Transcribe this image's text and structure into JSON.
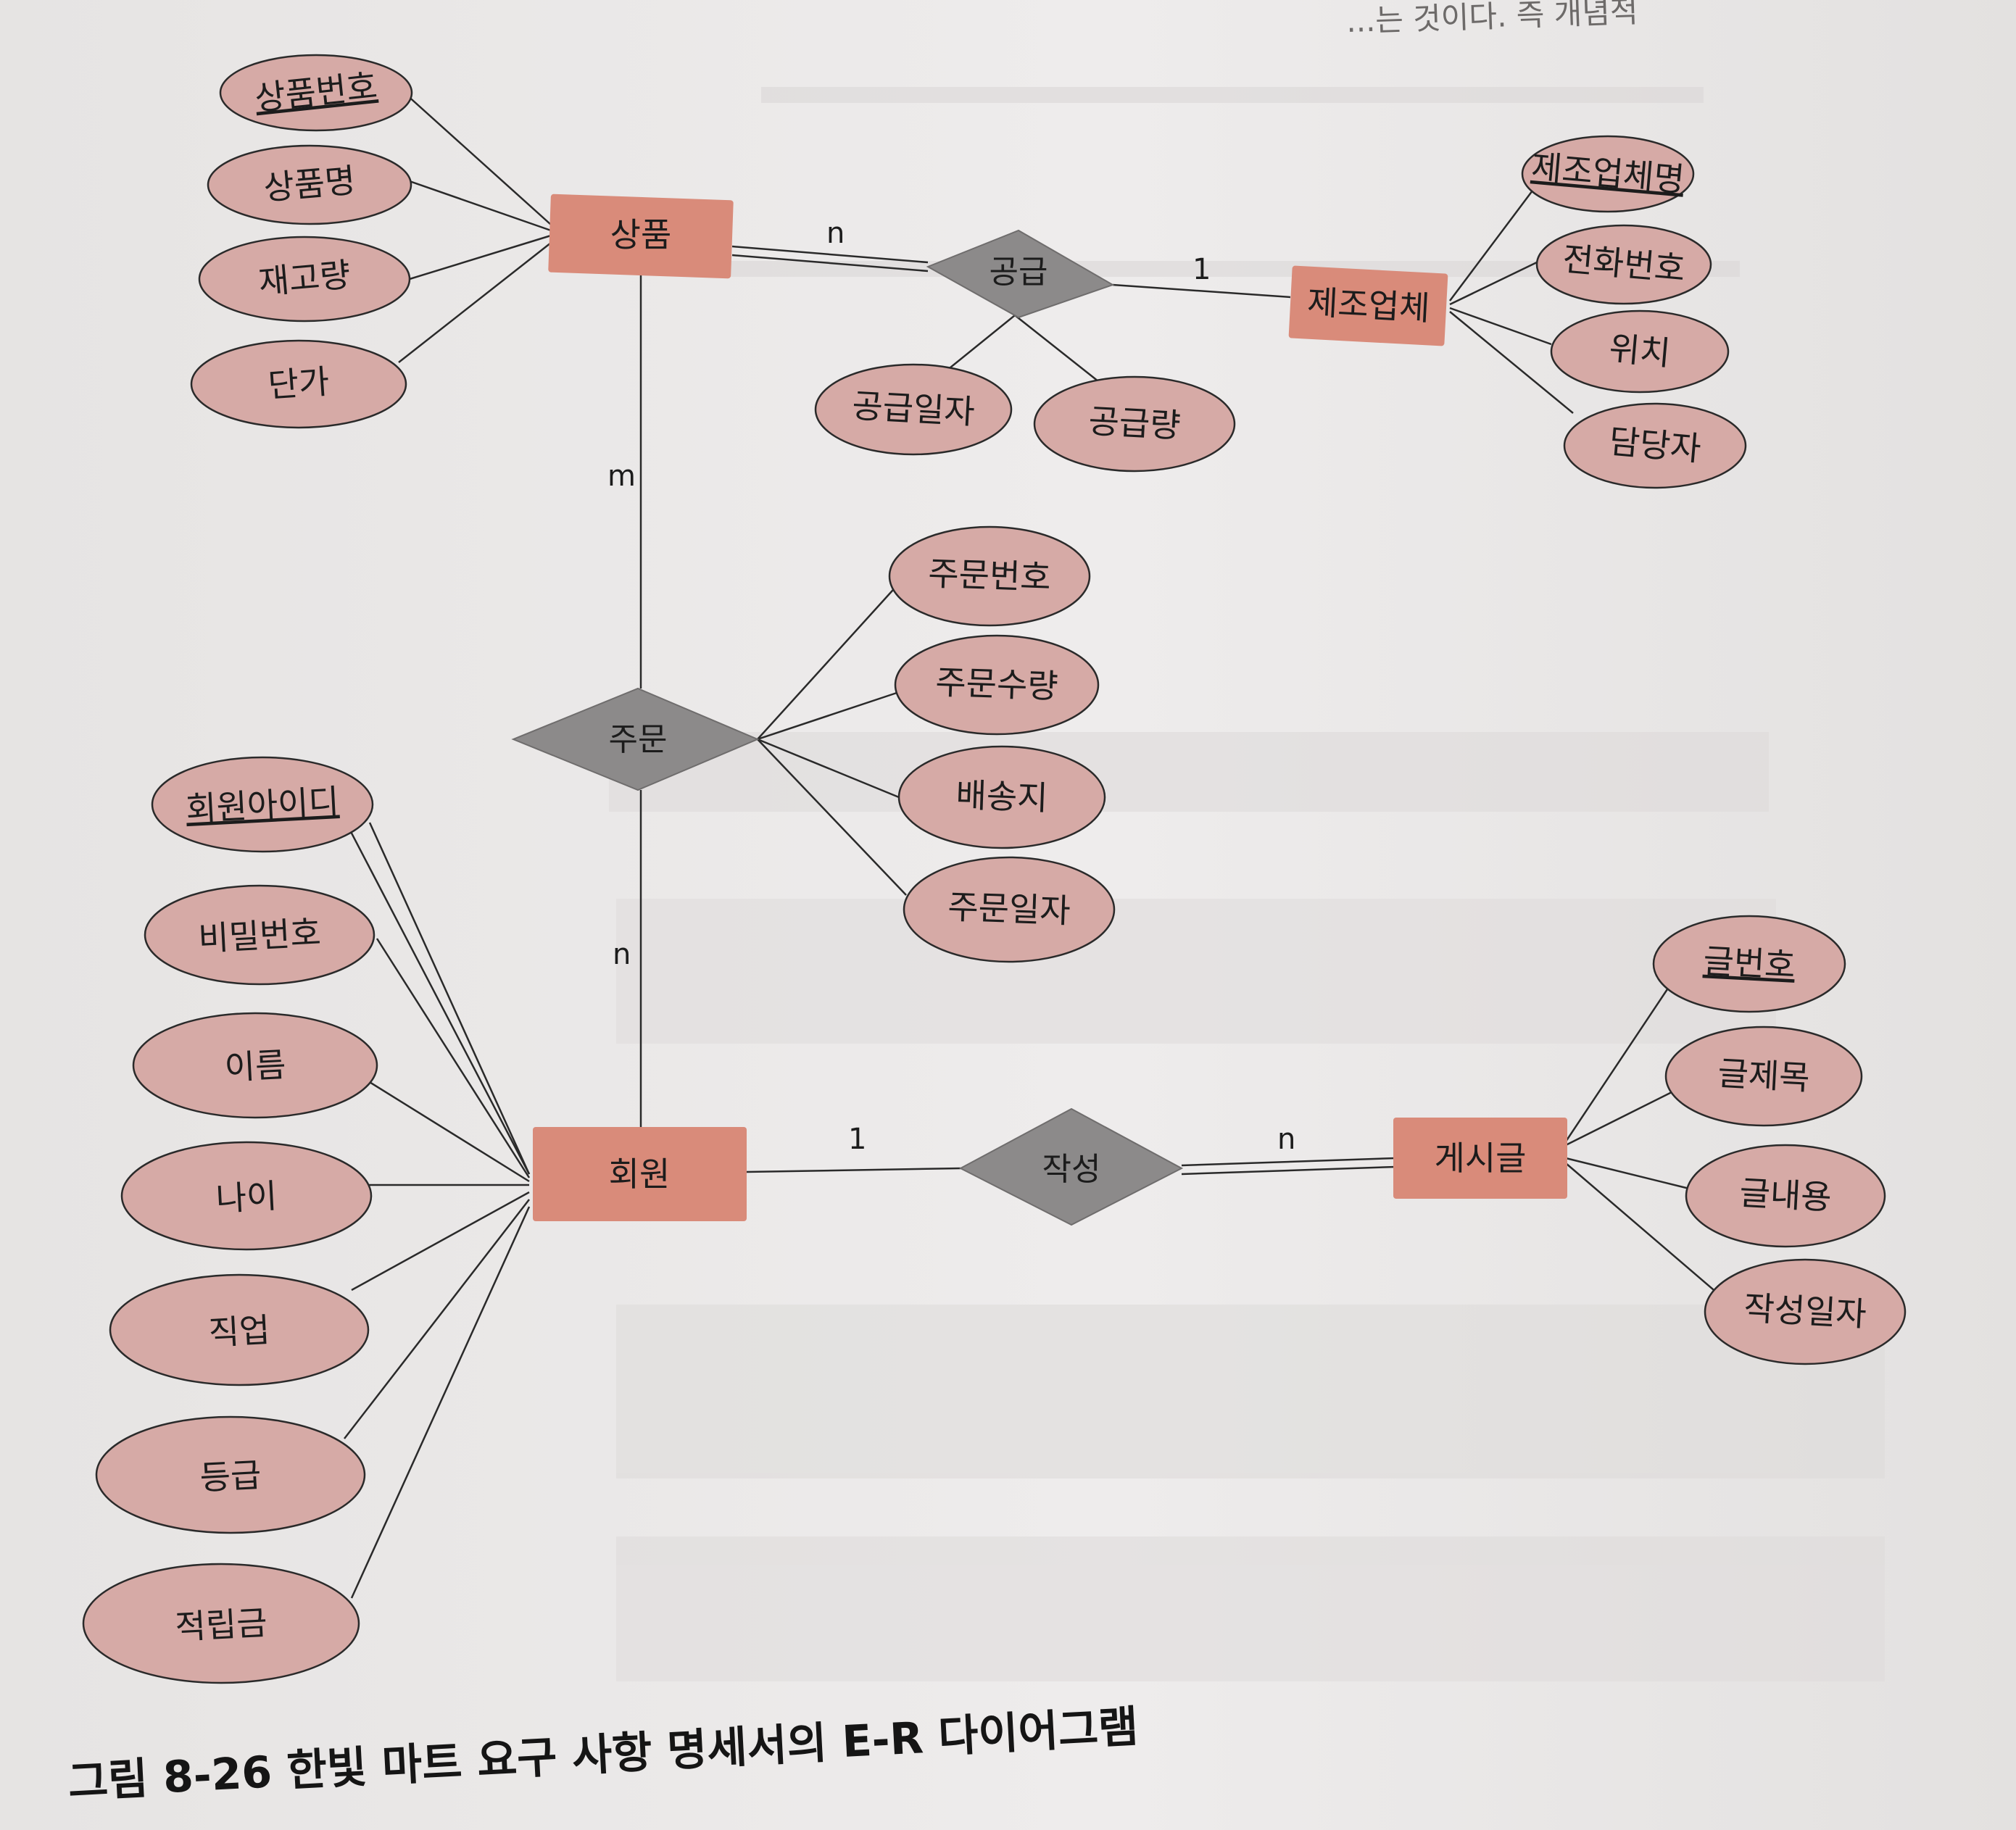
{
  "background_text": "...는 것이다. 즉 개념적",
  "caption": "그림 8-26 한빛 마트 요구 사항 명세서의 E-R 다이어그램",
  "entities": {
    "product": "상품",
    "manufacturer": "제조업체",
    "member": "회원",
    "post": "게시글"
  },
  "relationships": {
    "supply": "공급",
    "order": "주문",
    "write": "작성"
  },
  "attributes": {
    "product_no": "상품번호",
    "product_name": "상품명",
    "stock": "재고량",
    "unit_price": "단가",
    "manufacturer_name": "제조업체명",
    "phone": "전화번호",
    "location": "위치",
    "manager": "담당자",
    "supply_date": "공급일자",
    "supply_qty": "공급량",
    "order_no": "주문번호",
    "order_qty": "주문수량",
    "ship_addr": "배송지",
    "order_date": "주문일자",
    "member_id": "회원아이디",
    "password": "비밀번호",
    "member_name": "이름",
    "age": "나이",
    "job": "직업",
    "grade": "등급",
    "points": "적립금",
    "post_no": "글번호",
    "post_title": "글제목",
    "post_content": "글내용",
    "post_date": "작성일자"
  },
  "cardinalities": {
    "supply_product": "n",
    "supply_manufacturer": "1",
    "order_product": "m",
    "order_member": "n",
    "write_member": "1",
    "write_post": "n"
  },
  "colors": {
    "entity": "#d98b7a",
    "attribute": "#d6aaa6",
    "relationship": "#8c8a8a",
    "line": "#2a2a2a"
  }
}
